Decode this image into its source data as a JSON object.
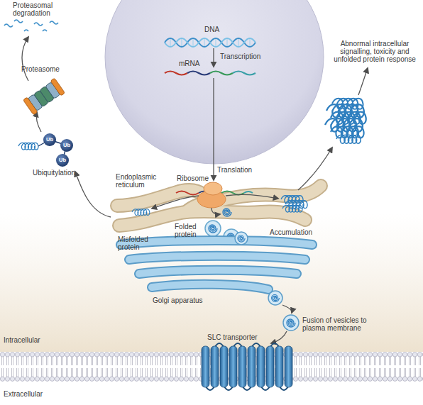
{
  "diagram": {
    "nodes": [
      {
        "text": [
          "DNA",
          "Transcription",
          "mRNA"
        ]
      }
    ],
    "labels": [
      "Proteasomal degradation",
      "Abnormal intracellular signalling, toxicity and unfolded protein response",
      "Proteasome",
      "Ub",
      "Ub",
      "Ub",
      "Ubiquitylation",
      "Endoplasmic reticulum",
      "Translation",
      "Ribosome",
      "Accumulation",
      "Misfolded protein",
      "Folded protein",
      "Golgi apparatus",
      "Fusion of vesicles to plasma membrane",
      "Intracellular",
      "SLC transporter",
      "Extracellular"
    ]
  }
}
